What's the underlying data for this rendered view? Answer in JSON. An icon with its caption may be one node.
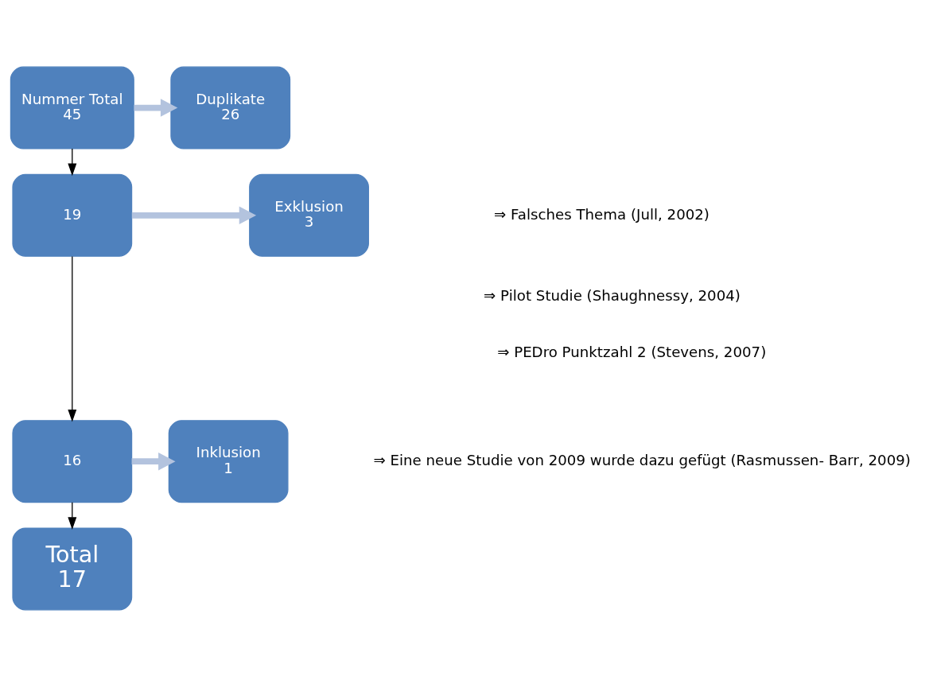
{
  "diagram": {
    "nodes": [
      {
        "text": [
          "Nummer Total",
          "45"
        ]
      },
      {
        "text": [
          "Duplikate",
          "26"
        ]
      },
      {
        "text": [
          "19"
        ]
      },
      {
        "text": [
          "Exklusion",
          "3"
        ]
      },
      {
        "text": [
          "16"
        ]
      },
      {
        "text": [
          "Inklusion",
          "1"
        ]
      },
      {
        "text": [
          "Total",
          "17"
        ]
      }
    ],
    "edges": [
      {
        "from": 0,
        "to": 1,
        "arrow": "to",
        "style": "thick",
        "color": "#b3c3de"
      },
      {
        "from": 0,
        "to": 2,
        "arrow": "to",
        "color": "#000000"
      },
      {
        "from": 2,
        "to": 3,
        "arrow": "to",
        "style": "thick",
        "color": "#b3c3de"
      },
      {
        "from": 2,
        "to": 4,
        "arrow": "to",
        "color": "#000000"
      },
      {
        "from": 4,
        "to": 5,
        "arrow": "to",
        "style": "thick",
        "color": "#b3c3de"
      },
      {
        "from": 4,
        "to": 6,
        "arrow": "to",
        "color": "#000000"
      }
    ],
    "labels": [
      "⇒ Falsches Thema (Jull, 2002)",
      "⇒ Pilot Studie (Shaughnessy, 2004)",
      "⇒ PEDro Punktzahl 2 (Stevens, 2007)",
      "⇒ Eine neue Studie von 2009 wurde dazu gefügt (Rasmussen- Barr, 2009)"
    ]
  }
}
